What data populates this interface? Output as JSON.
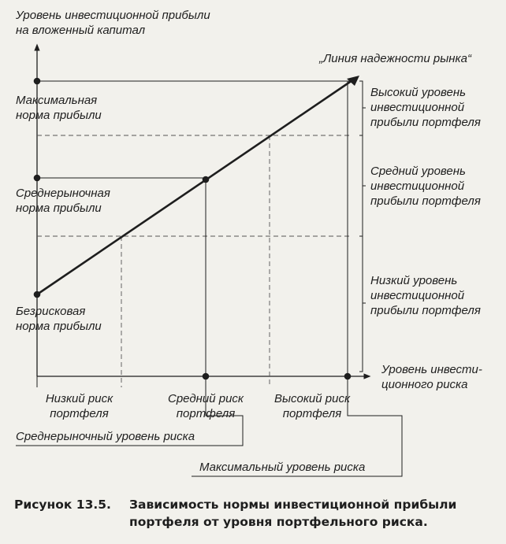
{
  "diagram": {
    "y_axis_title": [
      "Уровень инвестиционной прибыли",
      "на вложенный капитал"
    ],
    "market_line_label": "„Линия надежности рынка“",
    "y_levels": {
      "max": [
        "Максимальная",
        "норма прибыли"
      ],
      "avg": [
        "Среднерыночная",
        "норма прибыли"
      ],
      "riskfree": [
        "Безрисковая",
        "норма прибыли"
      ]
    },
    "return_zones": {
      "high": [
        "Высокий уровень",
        "инвестиционной",
        "прибыли портфеля"
      ],
      "mid": [
        "Средний уровень",
        "инвестиционной",
        "прибыли портфеля"
      ],
      "low": [
        "Низкий уровень",
        "инвестиционной",
        "прибыли портфеля"
      ]
    },
    "x_axis_title": [
      "Уровень инвести-",
      "ционного риска"
    ],
    "risk_zones": {
      "low": [
        "Низкий риск",
        "портфеля"
      ],
      "mid": [
        "Средний риск",
        "портфеля"
      ],
      "high": [
        "Высокий риск",
        "портфеля"
      ]
    },
    "avg_risk_label": "Среднерыночный уровень риска",
    "max_risk_label": "Максимальный уровень риска"
  },
  "caption": {
    "number": "Рисунок 13.5.",
    "line1": "Зависимость нормы инвестиционной прибыли",
    "line2": "портфеля от уровня портфельного риска."
  }
}
